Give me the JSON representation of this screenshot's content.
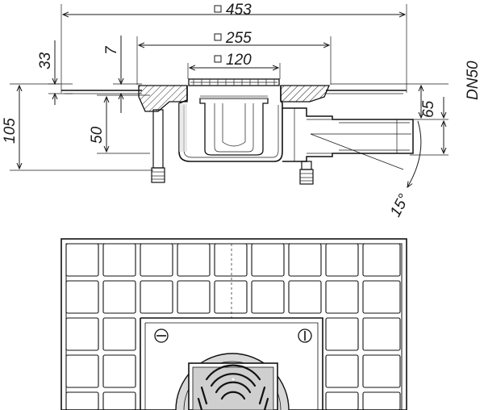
{
  "drawing": {
    "dimensions": {
      "overall_width": "453",
      "flange_width": "255",
      "grate_width": "120",
      "tile_offset": "33",
      "flange_thickness": "7",
      "total_height": "105",
      "body_height": "50",
      "outlet_height": "65",
      "outlet_diameter": "DN50",
      "outlet_angle": "15°"
    }
  }
}
